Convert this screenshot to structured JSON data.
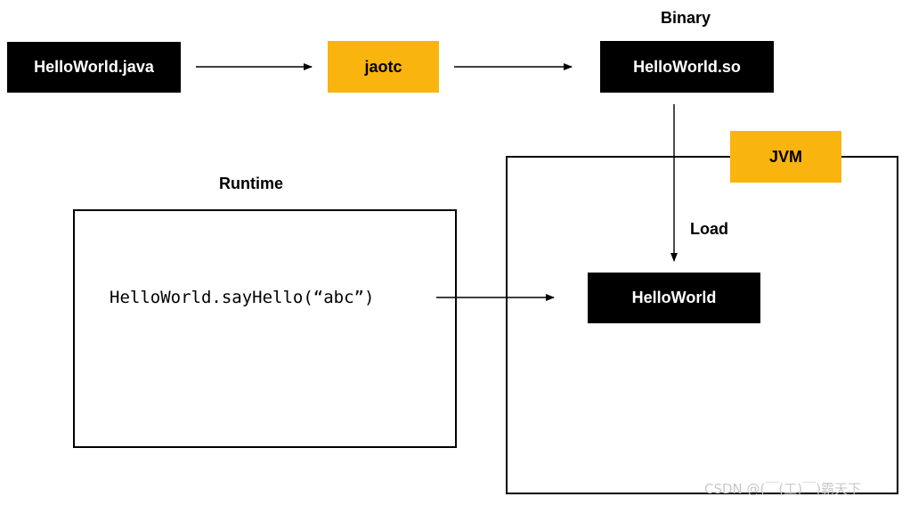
{
  "nodes": {
    "source_file": "HelloWorld.java",
    "compiler": "jaotc",
    "binary_file": "HelloWorld.so",
    "jvm": "JVM",
    "loaded_class": "HelloWorld"
  },
  "labels": {
    "binary": "Binary",
    "runtime": "Runtime",
    "load": "Load"
  },
  "runtime_call": "HelloWorld.sayHello(“abc”)",
  "watermark": "CSDN @(￣(工)￣)霸天下",
  "colors": {
    "dark_box": "#000000",
    "accent": "#f9b40e",
    "text_light": "#ffffff"
  }
}
